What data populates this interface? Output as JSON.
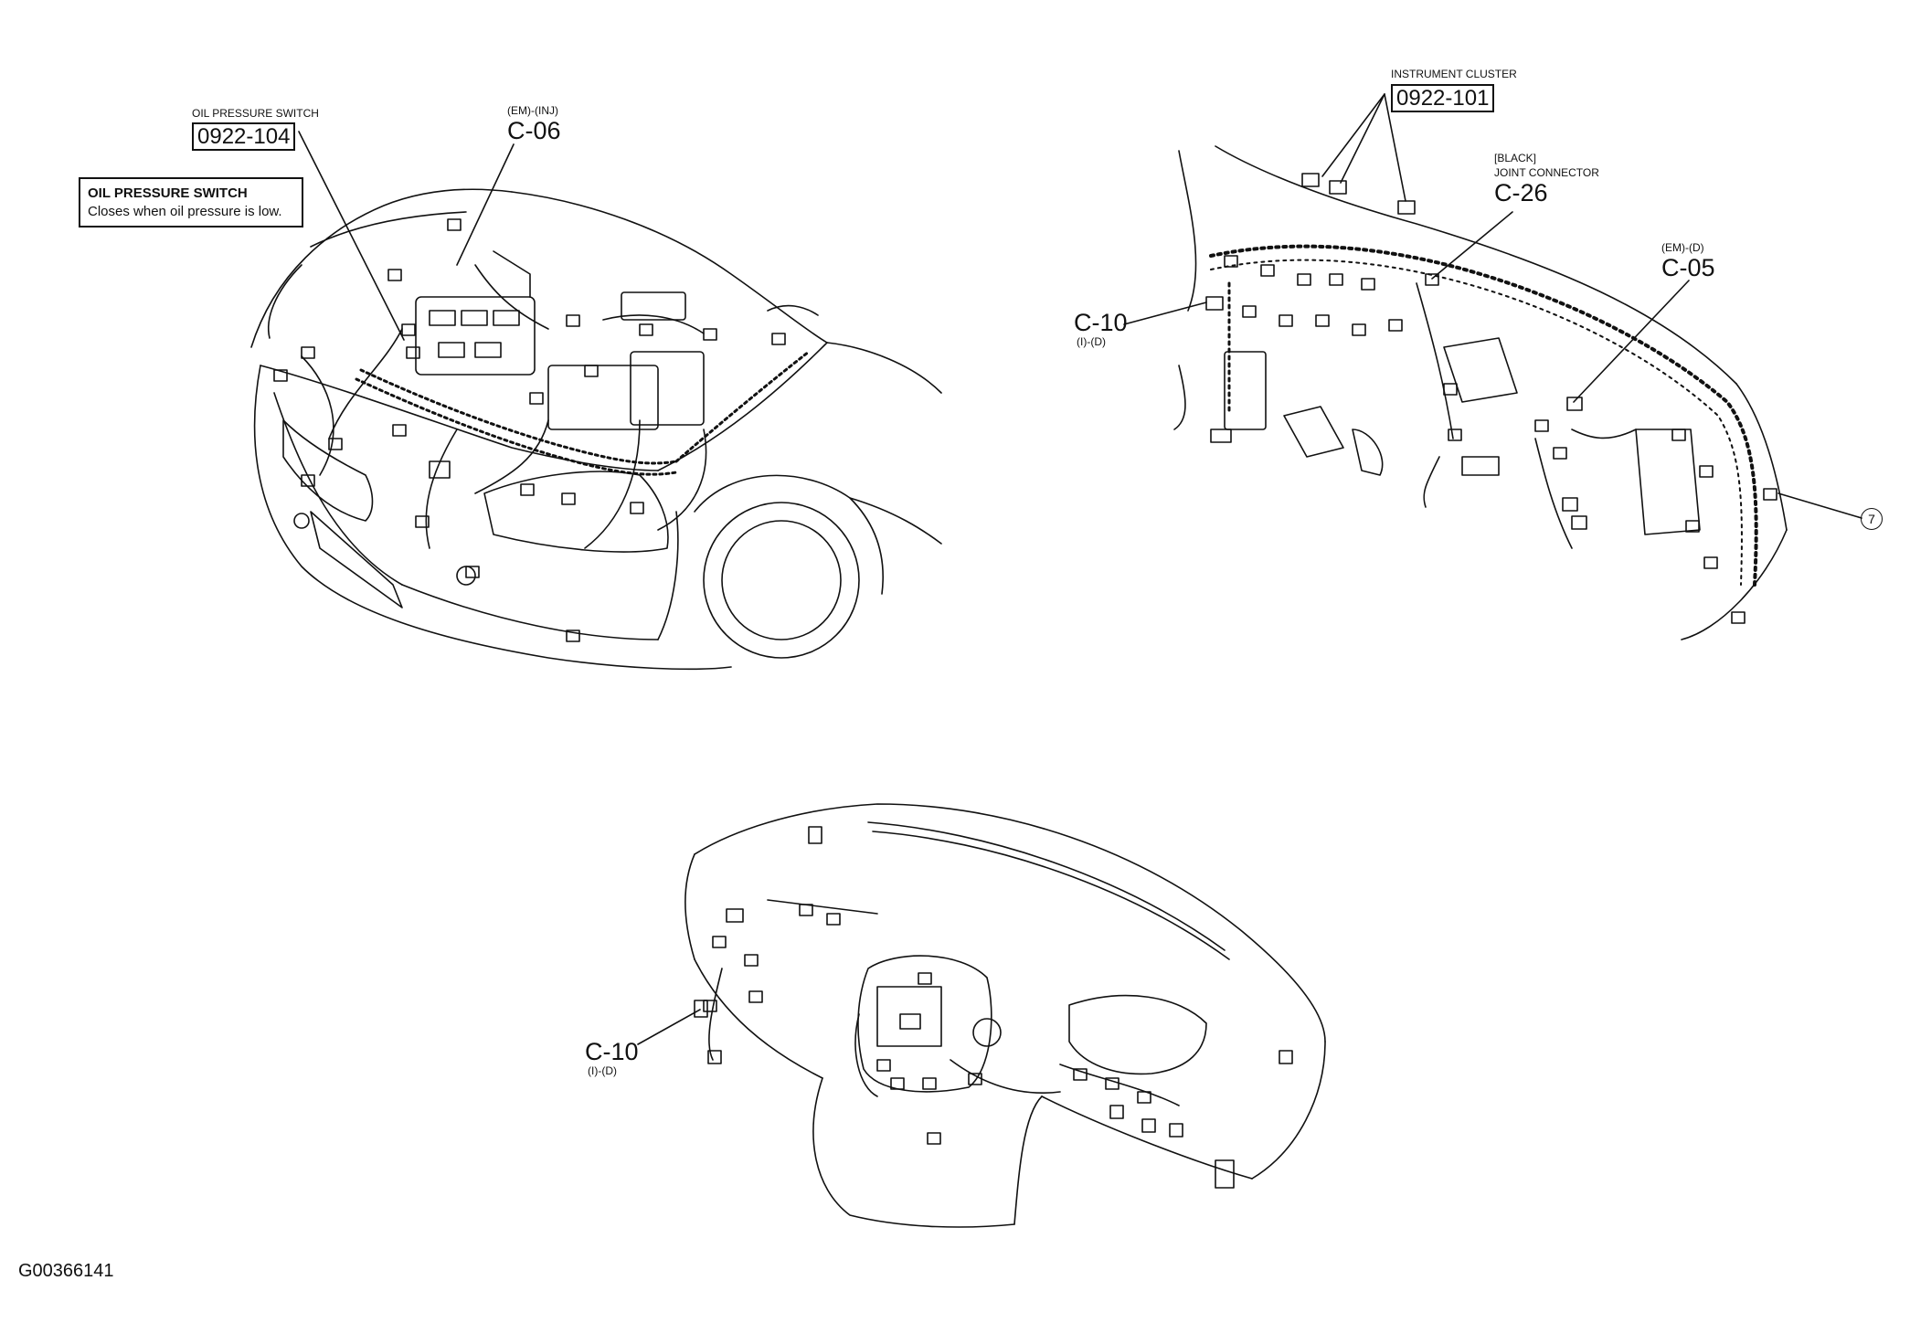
{
  "engine_view": {
    "oil_pressure_switch": {
      "label": "OIL PRESSURE SWITCH",
      "code": "0922-104"
    },
    "c06": {
      "tag": "(EM)-(INJ)",
      "code": "C-06"
    },
    "callout": {
      "title": "OIL PRESSURE SWITCH",
      "text": "Closes when oil pressure is low."
    }
  },
  "dash_view": {
    "instrument_cluster": {
      "label": "INSTRUMENT CLUSTER",
      "code": "0922-101"
    },
    "c26": {
      "color": "[BLACK]",
      "label": "JOINT CONNECTOR",
      "code": "C-26"
    },
    "c05": {
      "tag": "(EM)-(D)",
      "code": "C-05"
    },
    "c10": {
      "code": "C-10",
      "tag": "(I)-(D)"
    },
    "ref_number": "7"
  },
  "panel_view": {
    "c10": {
      "code": "C-10",
      "tag": "(I)-(D)"
    }
  },
  "figure_id": "G00366141"
}
